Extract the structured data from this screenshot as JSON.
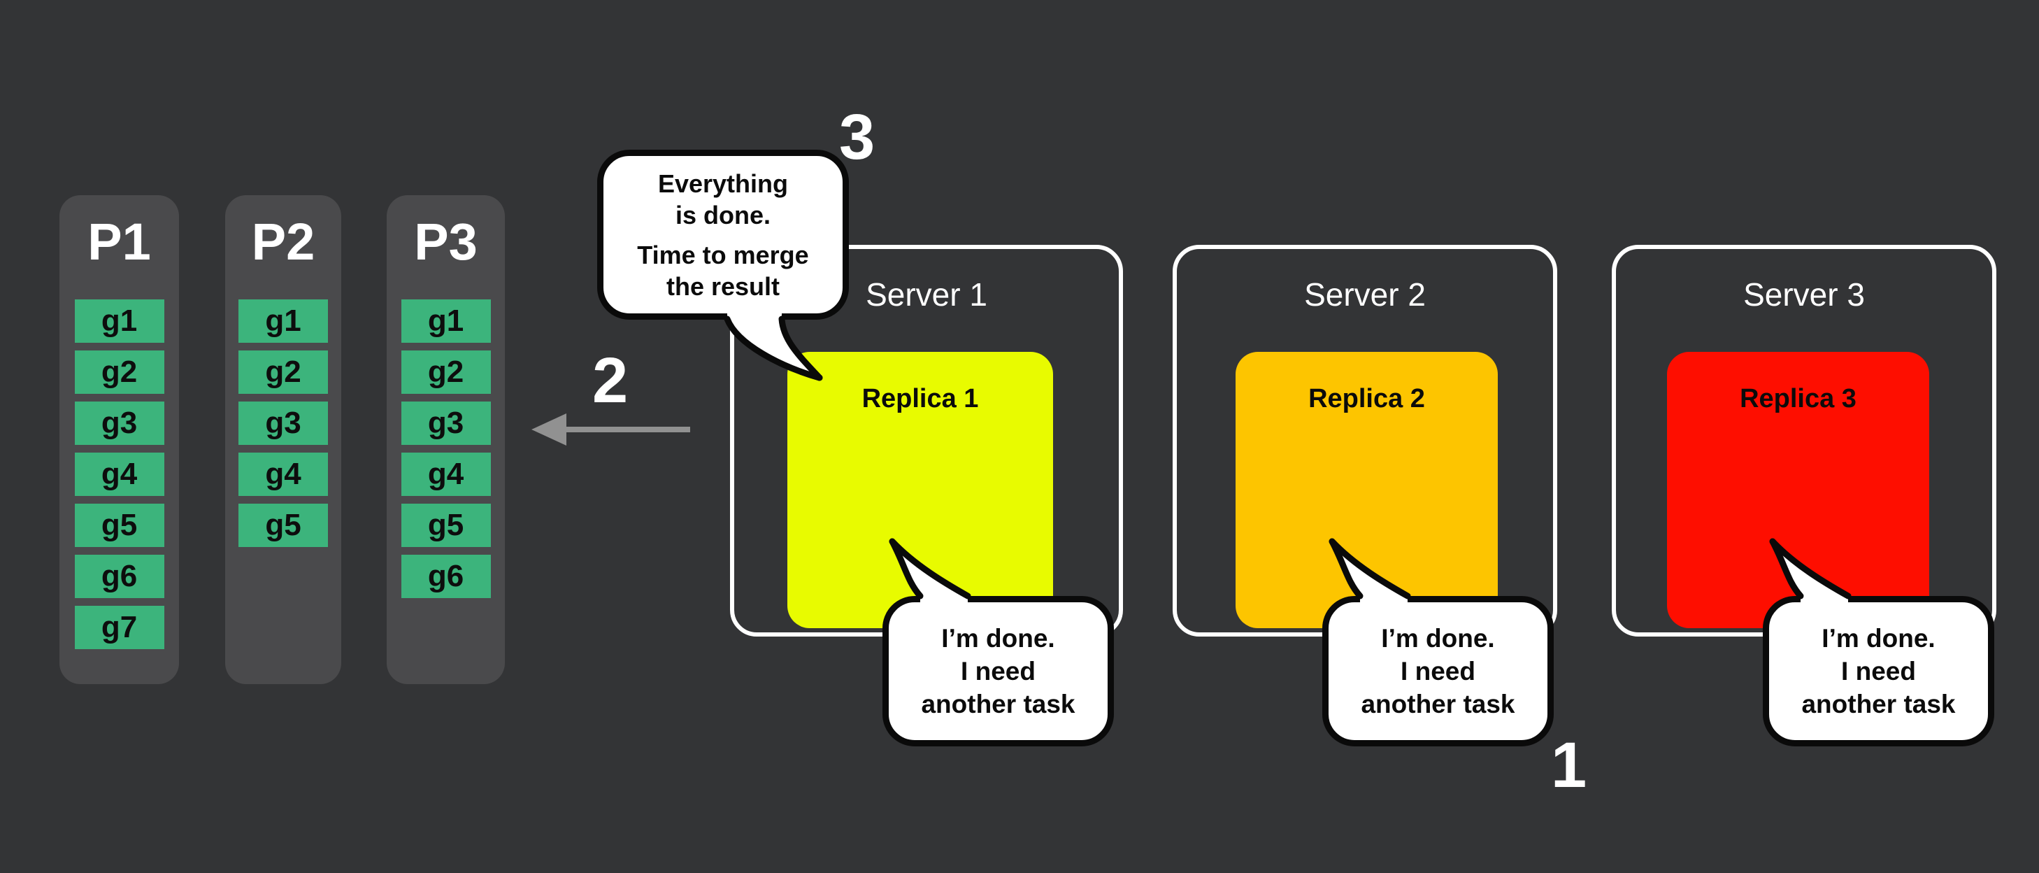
{
  "canvas": {
    "background": "#333436"
  },
  "partition_colors": {
    "column_bg": "#4a4a4c",
    "task_bg": "#3cb47c",
    "task_text": "#0d0d0d",
    "label_text": "#ffffff"
  },
  "partitions": [
    {
      "label": "P1",
      "tasks": [
        "g1",
        "g2",
        "g3",
        "g4",
        "g5",
        "g6",
        "g7"
      ]
    },
    {
      "label": "P2",
      "tasks": [
        "g1",
        "g2",
        "g3",
        "g4",
        "g5"
      ]
    },
    {
      "label": "P3",
      "tasks": [
        "g1",
        "g2",
        "g3",
        "g4",
        "g5",
        "g6"
      ]
    }
  ],
  "servers": [
    {
      "name": "Server 1",
      "replica": "Replica 1",
      "replica_color": "#e8fb00"
    },
    {
      "name": "Server 2",
      "replica": "Replica 2",
      "replica_color": "#fdc500"
    },
    {
      "name": "Server 3",
      "replica": "Replica 3",
      "replica_color": "#fe0e00"
    }
  ],
  "speech": {
    "merge": {
      "line1": "Everything",
      "line2": "is done.",
      "line3": "Time to merge",
      "line4": "the result"
    },
    "done": {
      "line1": "I’m done.",
      "line2": "I need",
      "line3": "another task"
    }
  },
  "step_numbers": {
    "one": "1",
    "two": "2",
    "three": "3"
  },
  "arrow_color": "#919191",
  "bubble_border_color": "#0a0a0a",
  "server_border_color": "#ffffff"
}
